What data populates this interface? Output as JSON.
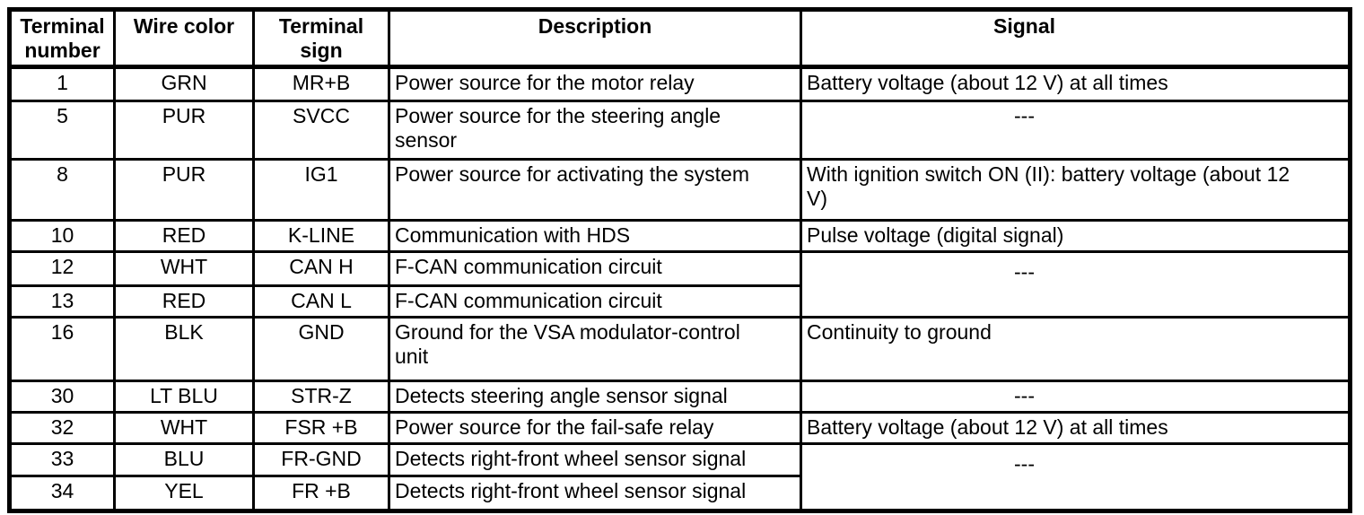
{
  "table": {
    "headers": {
      "terminal_number": "Terminal\nnumber",
      "wire_color": "Wire color",
      "terminal_sign": "Terminal\nsign",
      "description": "Description",
      "signal": "Signal"
    },
    "rows": [
      {
        "terminal": "1",
        "wire_color": "GRN",
        "terminal_sign": "MR+B",
        "description": "Power source for the motor relay",
        "signal": "Battery voltage (about 12 V) at all times"
      },
      {
        "terminal": "5",
        "wire_color": "PUR",
        "terminal_sign": "SVCC",
        "description": "Power source for the steering angle\nsensor",
        "signal": "---"
      },
      {
        "terminal": "8",
        "wire_color": "PUR",
        "terminal_sign": "IG1",
        "description": "Power source for activating the system",
        "signal": "With ignition switch ON (II): battery voltage (about 12\nV)"
      },
      {
        "terminal": "10",
        "wire_color": "RED",
        "terminal_sign": "K-LINE",
        "description": "Communication with HDS",
        "signal": "Pulse voltage (digital signal)"
      },
      {
        "terminal": "12",
        "wire_color": "WHT",
        "terminal_sign": "CAN H",
        "description": "F-CAN communication circuit",
        "signal": "---"
      },
      {
        "terminal": "13",
        "wire_color": "RED",
        "terminal_sign": "CAN L",
        "description": "F-CAN communication circuit"
      },
      {
        "terminal": "16",
        "wire_color": "BLK",
        "terminal_sign": "GND",
        "description": "Ground for the VSA modulator-control\nunit",
        "signal": "Continuity to ground"
      },
      {
        "terminal": "30",
        "wire_color": "LT BLU",
        "terminal_sign": "STR-Z",
        "description": "Detects steering angle sensor signal",
        "signal": "---"
      },
      {
        "terminal": "32",
        "wire_color": "WHT",
        "terminal_sign": "FSR +B",
        "description": "Power source for the fail-safe relay",
        "signal": "Battery voltage (about 12 V) at all times"
      },
      {
        "terminal": "33",
        "wire_color": "BLU",
        "terminal_sign": "FR-GND",
        "description": "Detects right-front wheel sensor signal",
        "signal": "---"
      },
      {
        "terminal": "34",
        "wire_color": "YEL",
        "terminal_sign": "FR +B",
        "description": "Detects right-front wheel sensor signal"
      }
    ]
  }
}
